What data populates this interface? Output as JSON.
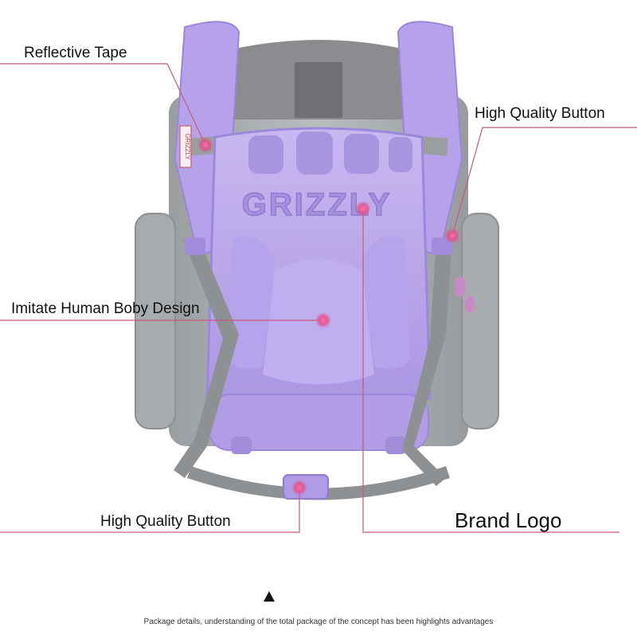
{
  "callouts": {
    "reflective_tape": "Reflective Tape",
    "high_quality_button_top": "High Quality Button",
    "human_body_design": "Imitate Human Boby Design",
    "high_quality_button_bottom": "High Quality Button",
    "brand_logo": "Brand Logo"
  },
  "backpack": {
    "embossed_logo": "GRIZZLY",
    "strap_tag": "GRIZZLY"
  },
  "footer": {
    "arrow_icon": "up-triangle-icon",
    "note": "Package details, understanding of the total package of the concept has been highlights advantages"
  },
  "colors": {
    "purple": "#b7a6e8",
    "gray": "#8f9394",
    "leader_line": "#c45a7a",
    "marker": "#e0508a"
  }
}
